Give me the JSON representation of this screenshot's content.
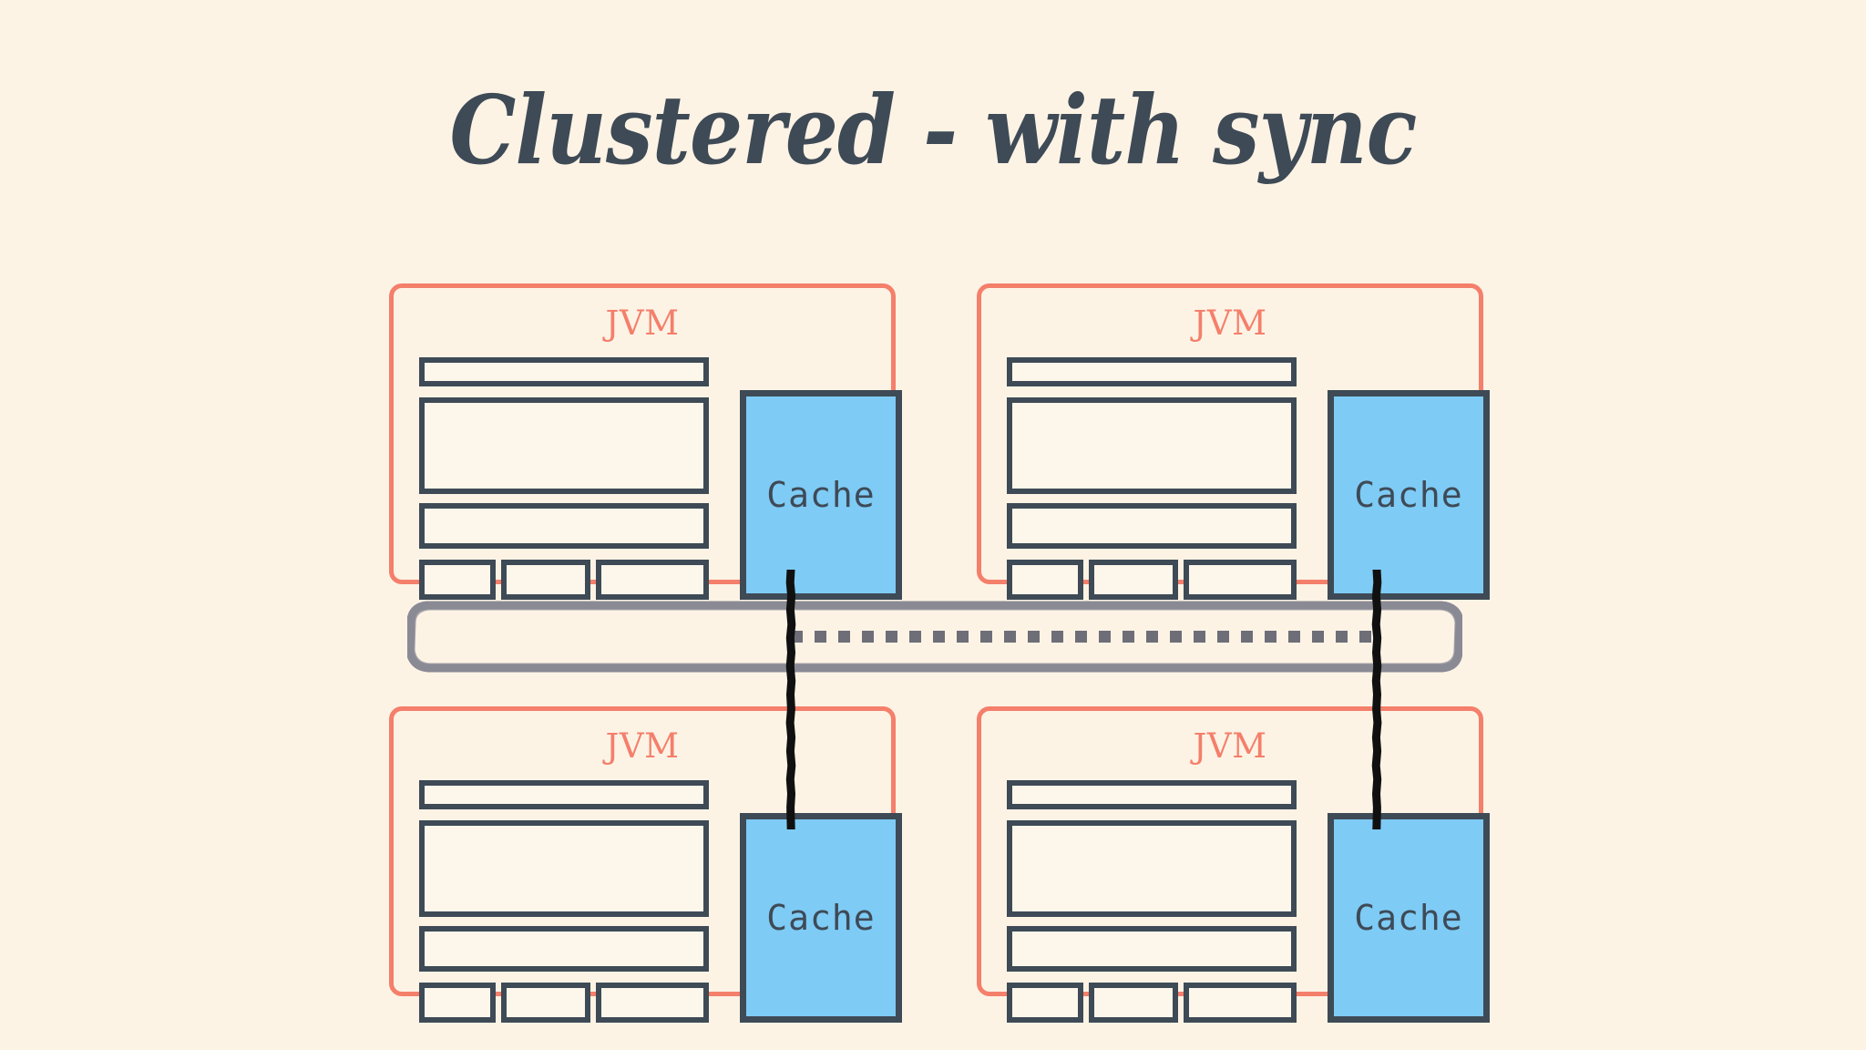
{
  "page": {
    "title": "Clustered - with sync",
    "background_color": "#fdf3e5"
  },
  "colors": {
    "title_text": "#3e4a56",
    "panel_border": "#f47f6b",
    "jvm_label": "#f47f6b",
    "box_border": "#3e4a56",
    "box_fill": "#fdf6ea",
    "cache_fill": "#7ecbf5",
    "cache_border": "#3e4a56",
    "bus_stroke": "#8a8a95",
    "dash_stroke": "#6e6e78",
    "connector_stroke": "#111111"
  },
  "diagram": {
    "type": "architecture-diagram",
    "nodes": [
      {
        "id": "jvm-top-left",
        "label": "JVM",
        "position": "top-left",
        "cache": {
          "label": "Cache"
        },
        "components": [
          "bar-top",
          "bar-big",
          "bar-mid",
          "mini-1",
          "mini-2",
          "mini-3"
        ]
      },
      {
        "id": "jvm-top-right",
        "label": "JVM",
        "position": "top-right",
        "cache": {
          "label": "Cache"
        },
        "components": [
          "bar-top",
          "bar-big",
          "bar-mid",
          "mini-1",
          "mini-2",
          "mini-3"
        ]
      },
      {
        "id": "jvm-bottom-left",
        "label": "JVM",
        "position": "bottom-left",
        "cache": {
          "label": "Cache"
        },
        "components": [
          "bar-top",
          "bar-big",
          "bar-mid",
          "mini-1",
          "mini-2",
          "mini-3"
        ]
      },
      {
        "id": "jvm-bottom-right",
        "label": "JVM",
        "position": "bottom-right",
        "cache": {
          "label": "Cache"
        },
        "components": [
          "bar-top",
          "bar-big",
          "bar-mid",
          "mini-1",
          "mini-2",
          "mini-3"
        ]
      }
    ],
    "bus": {
      "id": "sync-bus",
      "label": "",
      "style": "rounded-pill-sketch",
      "inner_line_style": "dashed"
    },
    "connectors": [
      {
        "id": "connector-left",
        "from": "jvm-top-left.cache",
        "to": "jvm-bottom-left.cache",
        "style": "solid-rough-vertical"
      },
      {
        "id": "connector-right",
        "from": "jvm-top-right.cache",
        "to": "jvm-bottom-right.cache",
        "style": "solid-rough-vertical"
      },
      {
        "id": "connector-bus",
        "from": "connector-left",
        "to": "connector-right",
        "style": "dashed-horizontal"
      }
    ]
  }
}
